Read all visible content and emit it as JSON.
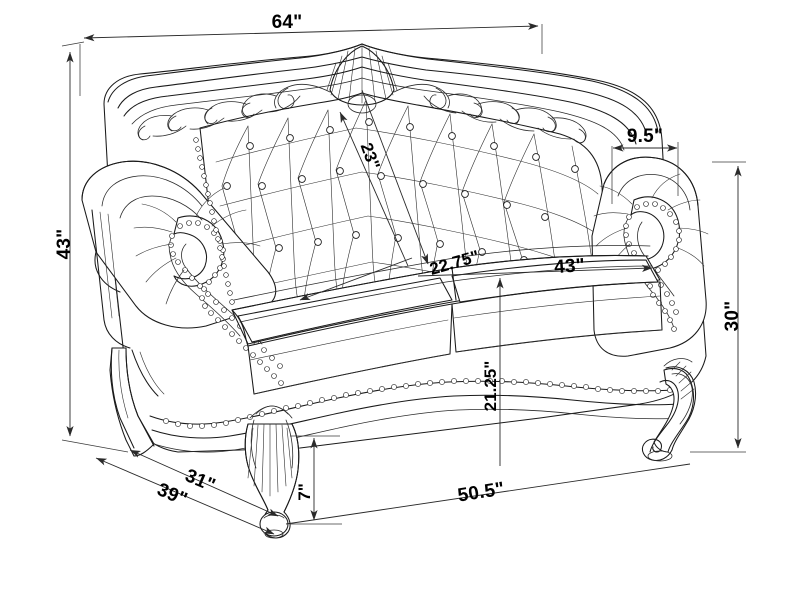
{
  "diagram": {
    "title": "Victorian Loveseat Dimension Drawing",
    "subject": "tufted-loveseat",
    "background_color": "#ffffff",
    "line_color": "#1a1a1a",
    "unit": "inches",
    "unit_symbol": "\""
  },
  "dimensions": {
    "overall_width": {
      "label": "64\"",
      "value": 64,
      "placement": "top",
      "orientation": "horizontal"
    },
    "overall_height": {
      "label": "43\"",
      "value": 43,
      "placement": "left",
      "orientation": "vertical"
    },
    "back_height_diagonal": {
      "label": "23\"",
      "value": 23,
      "placement": "backrest",
      "orientation": "diagonal"
    },
    "arm_width": {
      "label": "9.5\"",
      "value": 9.5,
      "placement": "top-right",
      "orientation": "horizontal"
    },
    "arm_height": {
      "label": "30\"",
      "value": 30,
      "placement": "right",
      "orientation": "vertical"
    },
    "seat_depth": {
      "label": "22.75\"",
      "value": 22.75,
      "placement": "seat-left",
      "orientation": "diagonal"
    },
    "seat_width": {
      "label": "43\"",
      "value": 43,
      "placement": "seat-right",
      "orientation": "diagonal"
    },
    "seat_to_back_height": {
      "label": "21.25\"",
      "value": 21.25,
      "placement": "center",
      "orientation": "vertical"
    },
    "leg_height": {
      "label": "7\"",
      "value": 7,
      "placement": "bottom-center-left",
      "orientation": "vertical"
    },
    "base_depth_outer": {
      "label": "39\"",
      "value": 39,
      "placement": "bottom-left",
      "orientation": "diagonal"
    },
    "base_depth_inner": {
      "label": "31\"",
      "value": 31,
      "placement": "bottom-left",
      "orientation": "diagonal"
    },
    "base_width": {
      "label": "50.5\"",
      "value": 50.5,
      "placement": "bottom",
      "orientation": "diagonal"
    }
  },
  "features": {
    "crest": "carved-shell-crest",
    "back": "button-tufted-diamond-back",
    "arms": "rolled-scroll-arms",
    "trim": "nailhead-trim",
    "legs": "carved-cabriole-legs",
    "cushions": 2
  }
}
